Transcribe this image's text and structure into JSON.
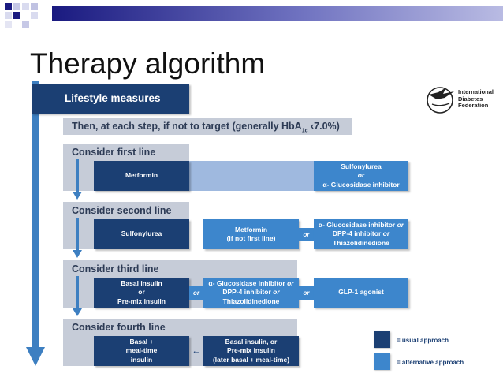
{
  "slide": {
    "title": "Therapy algorithm"
  },
  "logo": {
    "line1": "International",
    "line2": "Diabetes",
    "line3": "Federation",
    "icon": "idf-bird-logo-icon"
  },
  "steps": {
    "lifestyle": "Lifestyle measures",
    "target_prefix": "Then, at each step, if not to target (generally HbA",
    "target_sub": "1c",
    "target_suffix": " ‹7.0%)",
    "first_line": "Consider first line",
    "second_line": "Consider second line",
    "third_line": "Consider third line",
    "fourth_line": "Consider fourth line"
  },
  "row1": {
    "usual": "Metformin",
    "alt_line1": "Sulfonylurea",
    "alt_or": "or",
    "alt_line2": "α- Glucosidase inhibitor"
  },
  "row2": {
    "usual": "Sulfonylurea",
    "alt1_line1": "Metformin",
    "alt1_line2": "(if not first line)",
    "or": "or",
    "alt2_line1a": "α- Glucosidase inhibitor ",
    "alt2_line1b": "or",
    "alt2_line2a": "DPP-4 inhibitor ",
    "alt2_line2b": "or",
    "alt2_line3": "Thiazolidinedione"
  },
  "row3": {
    "usual_line1": "Basal insulin",
    "usual_line2": "or",
    "usual_line3": "Pre-mix insulin",
    "or1": "or",
    "alt1_line1a": "α- Glucosidase inhibitor ",
    "alt1_line1b": "or",
    "alt1_line2a": "DPP-4 inhibitor ",
    "alt1_line2b": "or",
    "alt1_line3": "Thiazolidinedione",
    "or2": "or",
    "alt2": "GLP-1 agonist"
  },
  "row4": {
    "usual_line1": "Basal +",
    "usual_line2": "meal-time",
    "usual_line3": "insulin",
    "arrow": "←",
    "alt_line1": "Basal insulin, or",
    "alt_line2": "Pre-mix insulin",
    "alt_line3": "(later basal + meal-time)"
  },
  "legend": {
    "usual": "= usual approach",
    "alternative": "= alternative approach"
  },
  "colors": {
    "usual": "#1b3f73",
    "alternative": "#3d86cc",
    "band": "#c6ccd8"
  }
}
